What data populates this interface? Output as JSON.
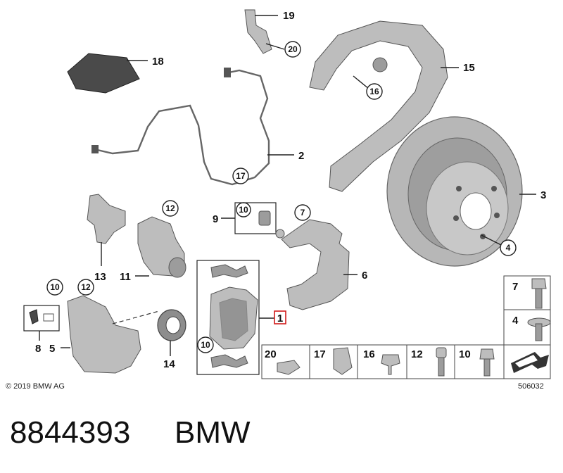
{
  "diagram": {
    "callouts": {
      "c1": "1",
      "c2": "2",
      "c3": "3",
      "c4": "4",
      "c5": "5",
      "c6": "6",
      "c7": "7",
      "c8": "8",
      "c9": "9",
      "c10a": "10",
      "c10b": "10",
      "c10c": "10",
      "c11": "11",
      "c12a": "12",
      "c12b": "12",
      "c13": "13",
      "c14": "14",
      "c15": "15",
      "c16": "16",
      "c17": "17",
      "c18": "18",
      "c19": "19",
      "c20": "20"
    },
    "hardware_table": {
      "cells": [
        "20",
        "17",
        "16",
        "12",
        "10"
      ],
      "side": [
        "7",
        "4"
      ]
    },
    "copyright": "© 2019 BMW AG",
    "diagram_number": "506032"
  },
  "footer": {
    "part_number": "8844393",
    "brand": "BMW"
  },
  "colors": {
    "part_fill": "#bdbdbd",
    "dark_fill": "#4a4a4a",
    "highlight_box": "#d11a1a"
  }
}
